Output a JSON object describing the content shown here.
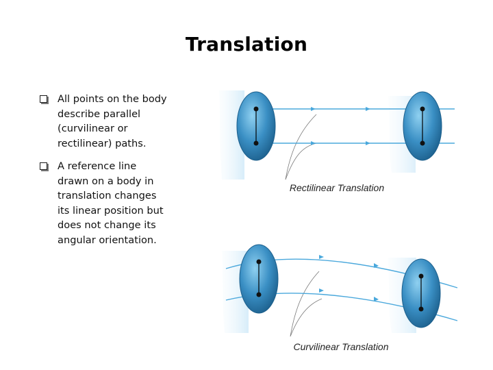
{
  "title": "Translation",
  "bullets": [
    "All points on the body describe parallel (curvilinear or rectilinear) paths.",
    "A reference line drawn on a body  in translation changes its linear position but does not change its angular orientation."
  ],
  "figures": {
    "rectilinear": {
      "caption": "Rectilinear Translation"
    },
    "curvilinear": {
      "caption": "Curvilinear Translation"
    }
  },
  "colors": {
    "body_fill": "#3a8fc4",
    "path_line": "#4aa8dc",
    "motion_blur": "#bfe2f6",
    "reference_line": "#000000"
  }
}
